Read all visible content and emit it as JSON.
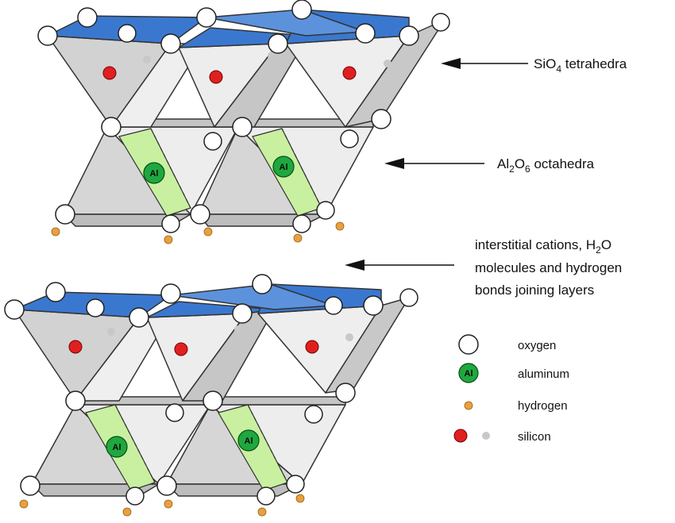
{
  "labels": {
    "tetra_prefix": "SiO",
    "tetra_sub": "4",
    "tetra_suffix": " tetrahedra",
    "octa_prefix": "Al",
    "octa_sub1": "2",
    "octa_mid": "O",
    "octa_sub2": "6",
    "octa_suffix": "  octahedra",
    "inter_line1_prefix": "interstitial cations, H",
    "inter_line1_sub": "2",
    "inter_line1_suffix": "O",
    "inter_line2": "molecules and hydrogen",
    "inter_line3": "bonds joining layers"
  },
  "atom_label": "Al",
  "legend": {
    "oxygen": "oxygen",
    "aluminum": "aluminum",
    "aluminum_symbol": "Al",
    "hydrogen": "hydrogen",
    "silicon": "silicon"
  },
  "colors": {
    "oxygen": "#ffffff",
    "aluminum": "#1fa83f",
    "hydrogen": "#e8a040",
    "silicon": "#e02020",
    "tetra_top": "#3a78d0",
    "octa_face": "#c8f0a0",
    "grey_face": "#c9c9c9",
    "light_face": "#ececec"
  }
}
